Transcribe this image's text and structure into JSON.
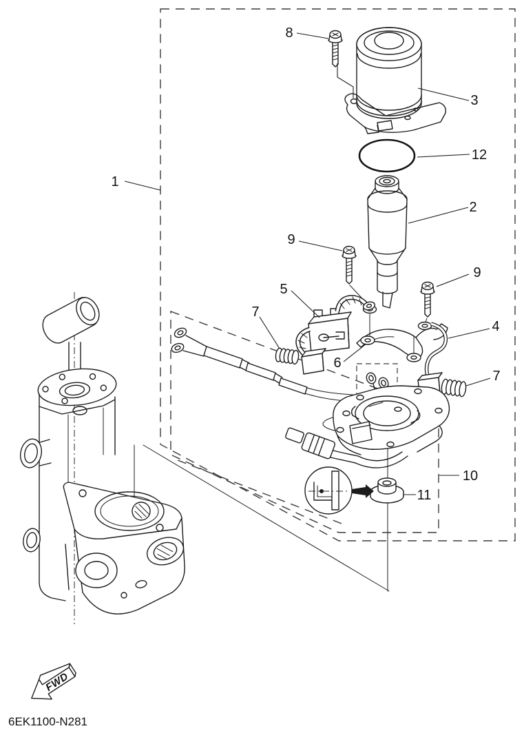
{
  "figure": {
    "code": "6EK1100-N281",
    "fwd_label": "FWD",
    "type": "exploded-parts-diagram",
    "subject": "power-trim-tilt-motor-assembly"
  },
  "colors": {
    "line": "#1c1c1c",
    "background": "#ffffff"
  },
  "unique_part_numbers": [
    "1",
    "2",
    "3",
    "4",
    "5",
    "6",
    "7",
    "8",
    "9",
    "10",
    "11",
    "12"
  ],
  "callouts": [
    {
      "label": "1"
    },
    {
      "label": "8"
    },
    {
      "label": "3"
    },
    {
      "label": "12"
    },
    {
      "label": "2"
    },
    {
      "label": "9"
    },
    {
      "label": "9"
    },
    {
      "label": "5"
    },
    {
      "label": "7"
    },
    {
      "label": "6"
    },
    {
      "label": "4"
    },
    {
      "label": "7"
    },
    {
      "label": "10"
    },
    {
      "label": "11"
    }
  ],
  "icons": [
    {
      "name": "fwd-direction-arrow",
      "meaning": "forward direction indicator"
    }
  ]
}
